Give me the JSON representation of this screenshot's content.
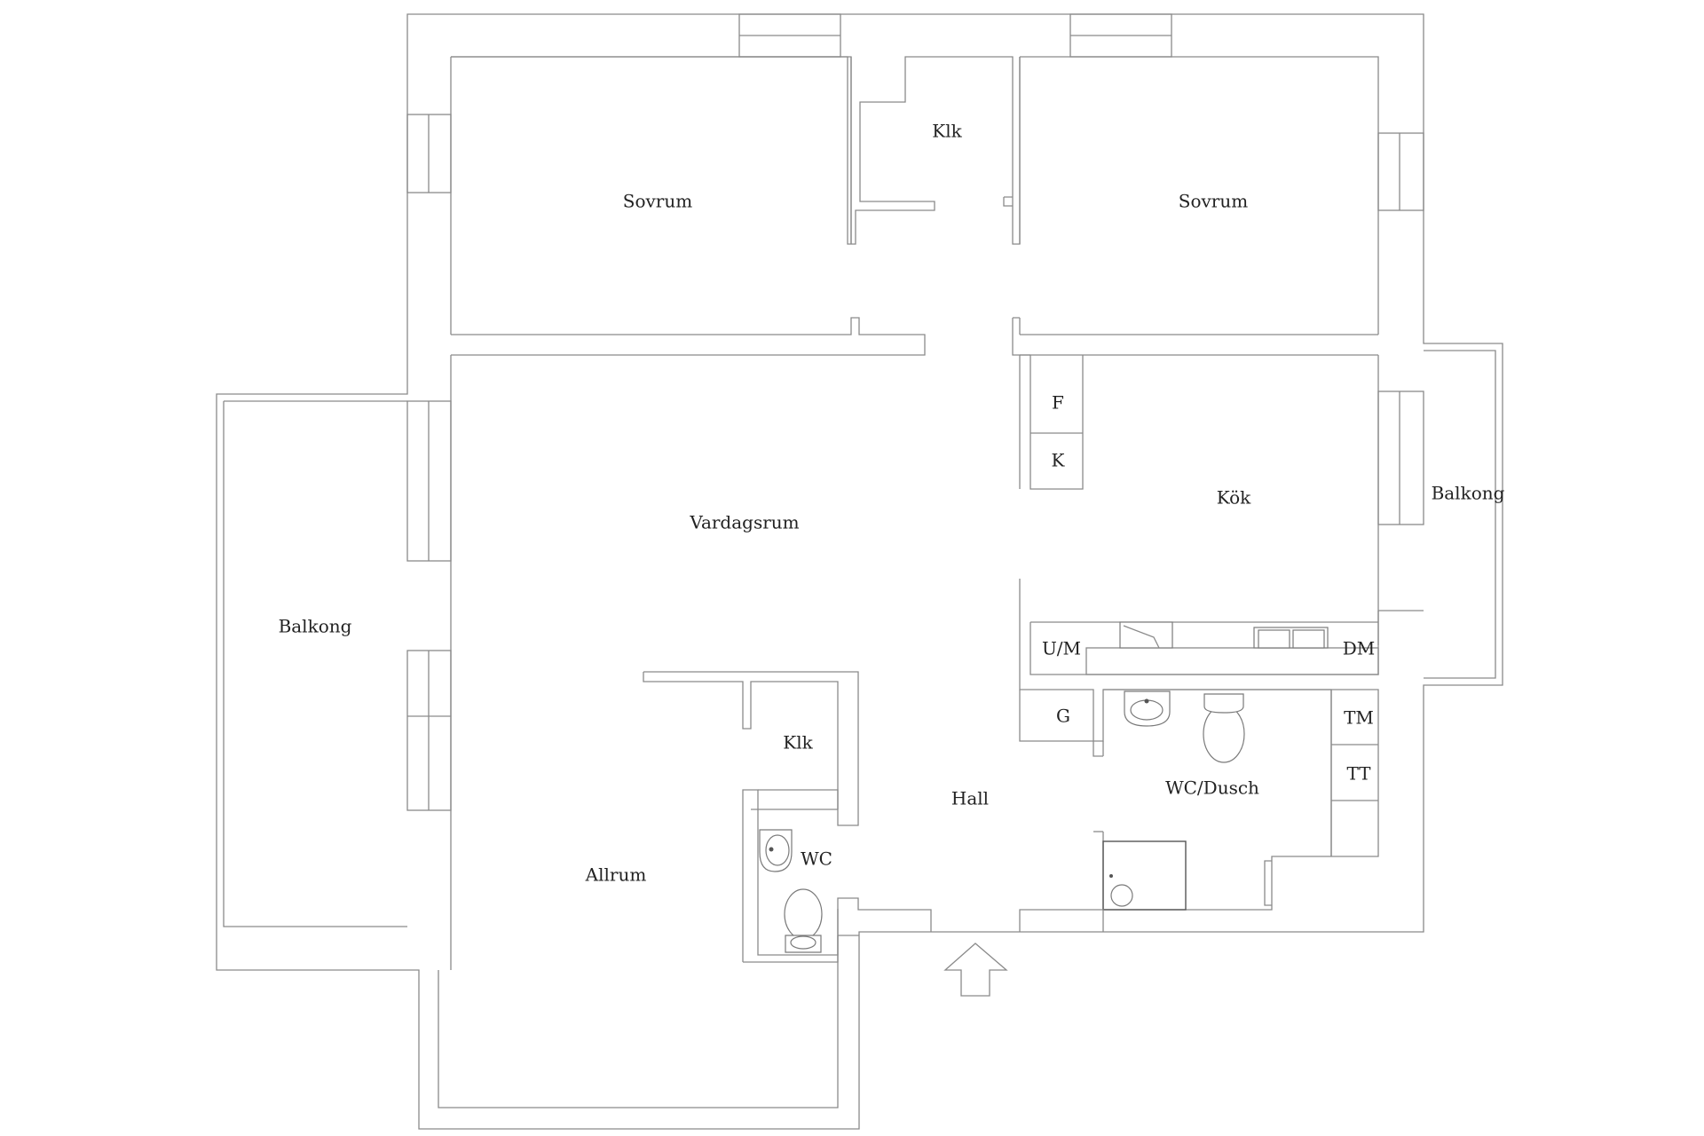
{
  "rooms": {
    "sovrum_left": "Sovrum",
    "klk_top": "Klk",
    "sovrum_right": "Sovrum",
    "vardagsrum": "Vardagsrum",
    "kok": "Kök",
    "balkong_right": "Balkong",
    "balkong_left": "Balkong",
    "f": "F",
    "k": "K",
    "um": "U/M",
    "dm": "DM",
    "g": "G",
    "tm": "TM",
    "tt": "TT",
    "klk_bottom": "Klk",
    "hall": "Hall",
    "wc_dusch": "WC/Dusch",
    "wc": "WC",
    "allrum": "Allrum"
  },
  "colors": {
    "wall": "#8a8a8a",
    "text": "#222222"
  },
  "icons": {
    "entrance": "arrow-up-icon"
  }
}
